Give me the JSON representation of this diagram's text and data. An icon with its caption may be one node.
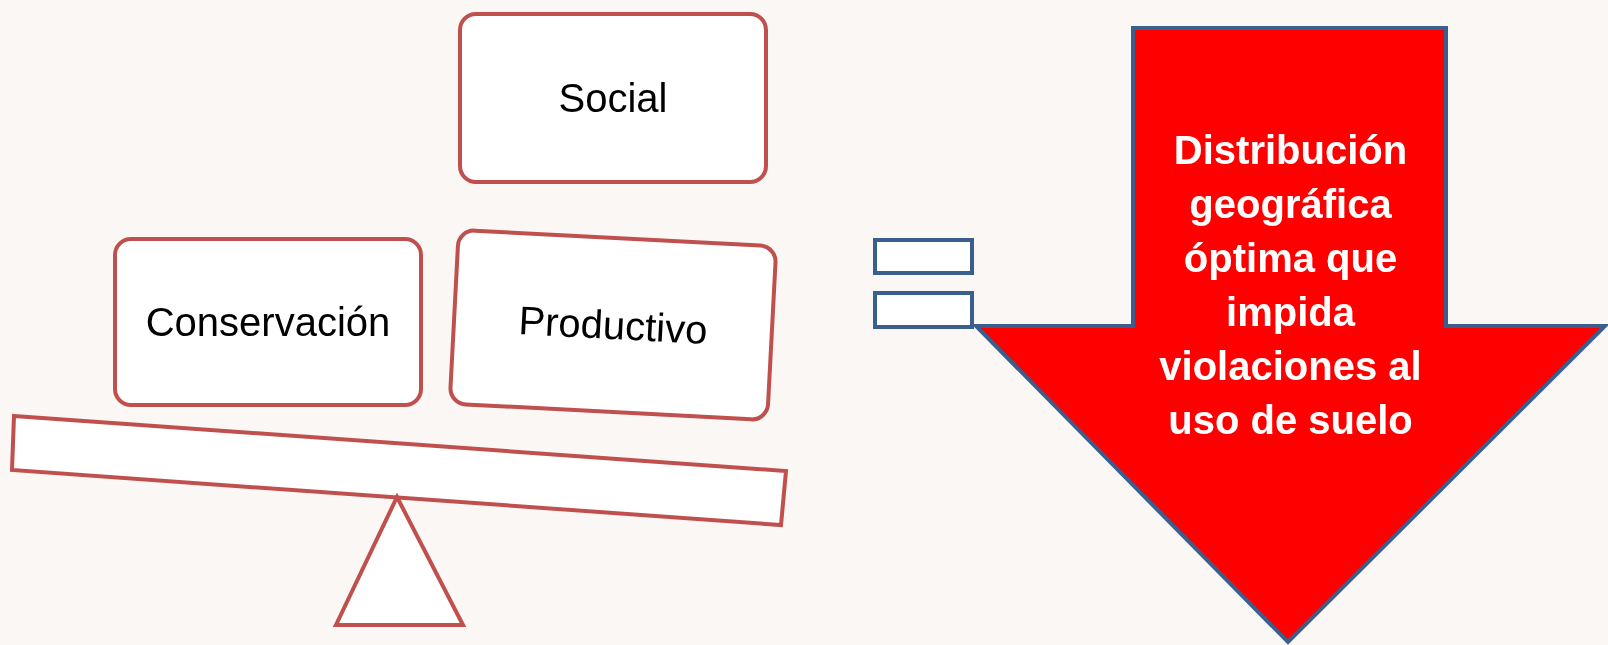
{
  "diagram": {
    "nodes": [
      {
        "text": [
          "Social"
        ]
      },
      {
        "text": [
          "Conservación"
        ]
      },
      {
        "text": [
          "Productivo"
        ]
      },
      {
        "text": [
          "Distribución geográfica óptima que impida violaciones al uso de suelo"
        ]
      }
    ]
  }
}
